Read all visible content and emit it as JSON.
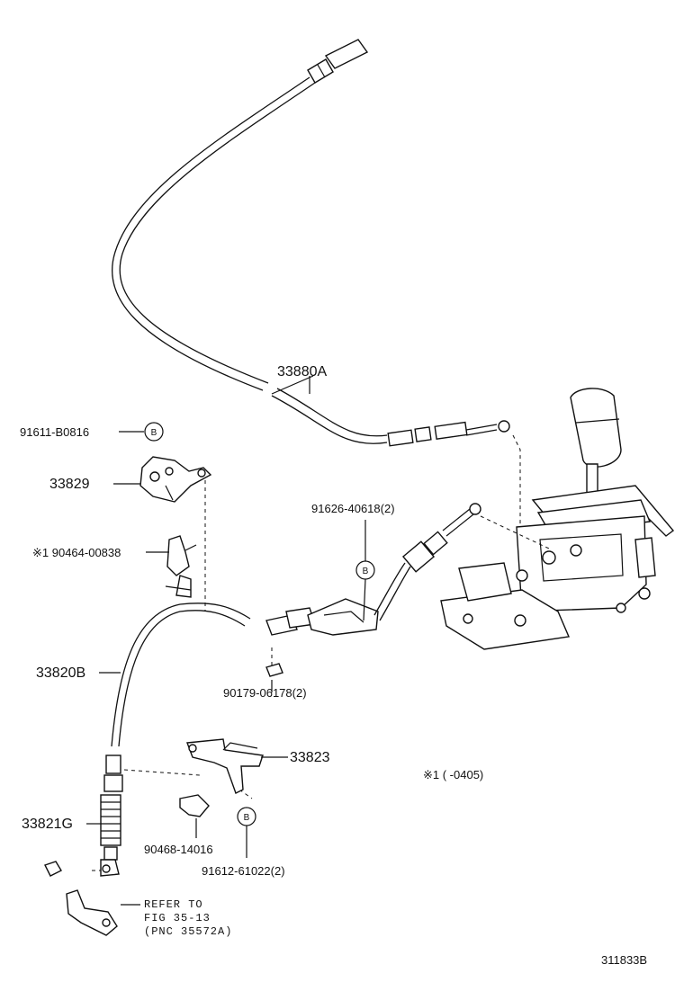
{
  "labels": {
    "p33880A": "33880A",
    "p91611": "91611-B0816",
    "p33829": "33829",
    "p91626": "91626-40618(2)",
    "p90464": "※1 90464-00838",
    "p33820B": "33820B",
    "p90179": "90179-06178(2)",
    "p33823": "33823",
    "p33821G": "33821G",
    "p90468": "90468-14016",
    "p91612": "91612-61022(2)",
    "note1": "※1 (       -0405)",
    "refer1": "REFER TO",
    "refer2": "FIG 35-13",
    "refer3": "(PNC 35572A)",
    "figure_id": "311833B"
  },
  "circle_marker": "B"
}
